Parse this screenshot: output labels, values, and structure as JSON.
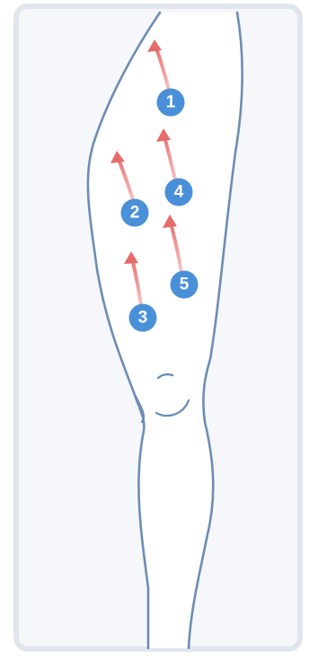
{
  "diagram": {
    "kind": "leg-injection-sites",
    "colors": {
      "frame_border": "#e1e5ee",
      "panel_bg": "#f6f7fa",
      "leg_fill": "#ffffff",
      "outline": "#6d8db4",
      "marker": "#4a90d8",
      "marker_text": "#ffffff",
      "arrow": "#e57373"
    },
    "markers": [
      {
        "label": "1"
      },
      {
        "label": "2"
      },
      {
        "label": "3"
      },
      {
        "label": "4"
      },
      {
        "label": "5"
      }
    ]
  }
}
